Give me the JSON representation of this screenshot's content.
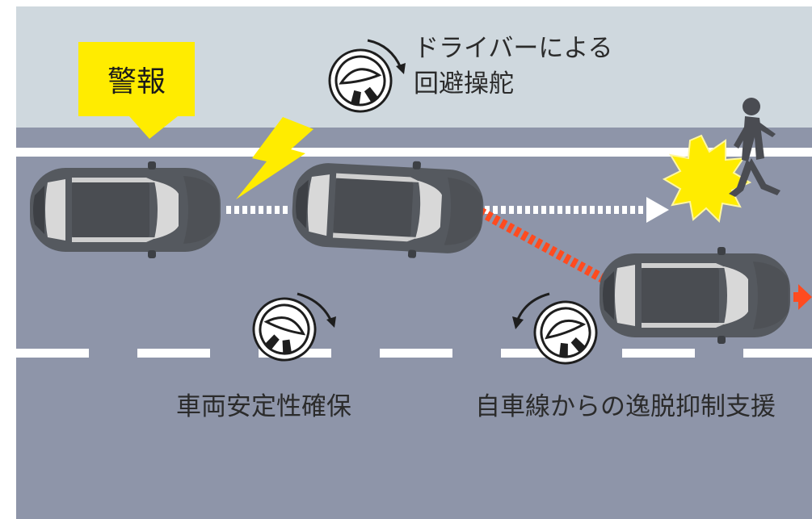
{
  "diagram": {
    "warning_label": "警報",
    "driver_steer_line1": "ドライバーによる",
    "driver_steer_line2": "回避操舵",
    "stability_label": "車両安定性確保",
    "lane_departure_label": "自車線からの逸脱抑制支援"
  },
  "colors": {
    "sky": "#cfd8de",
    "road": "#8e95a9",
    "warning_yellow": "#ffec00",
    "danger_red": "#ff4b1f",
    "car_body": "#55595f",
    "lane_line": "#ffffff"
  },
  "icons": [
    "steering-wheel-icon",
    "lightning-icon",
    "explosion-icon",
    "pedestrian-icon",
    "arrow-icon"
  ]
}
